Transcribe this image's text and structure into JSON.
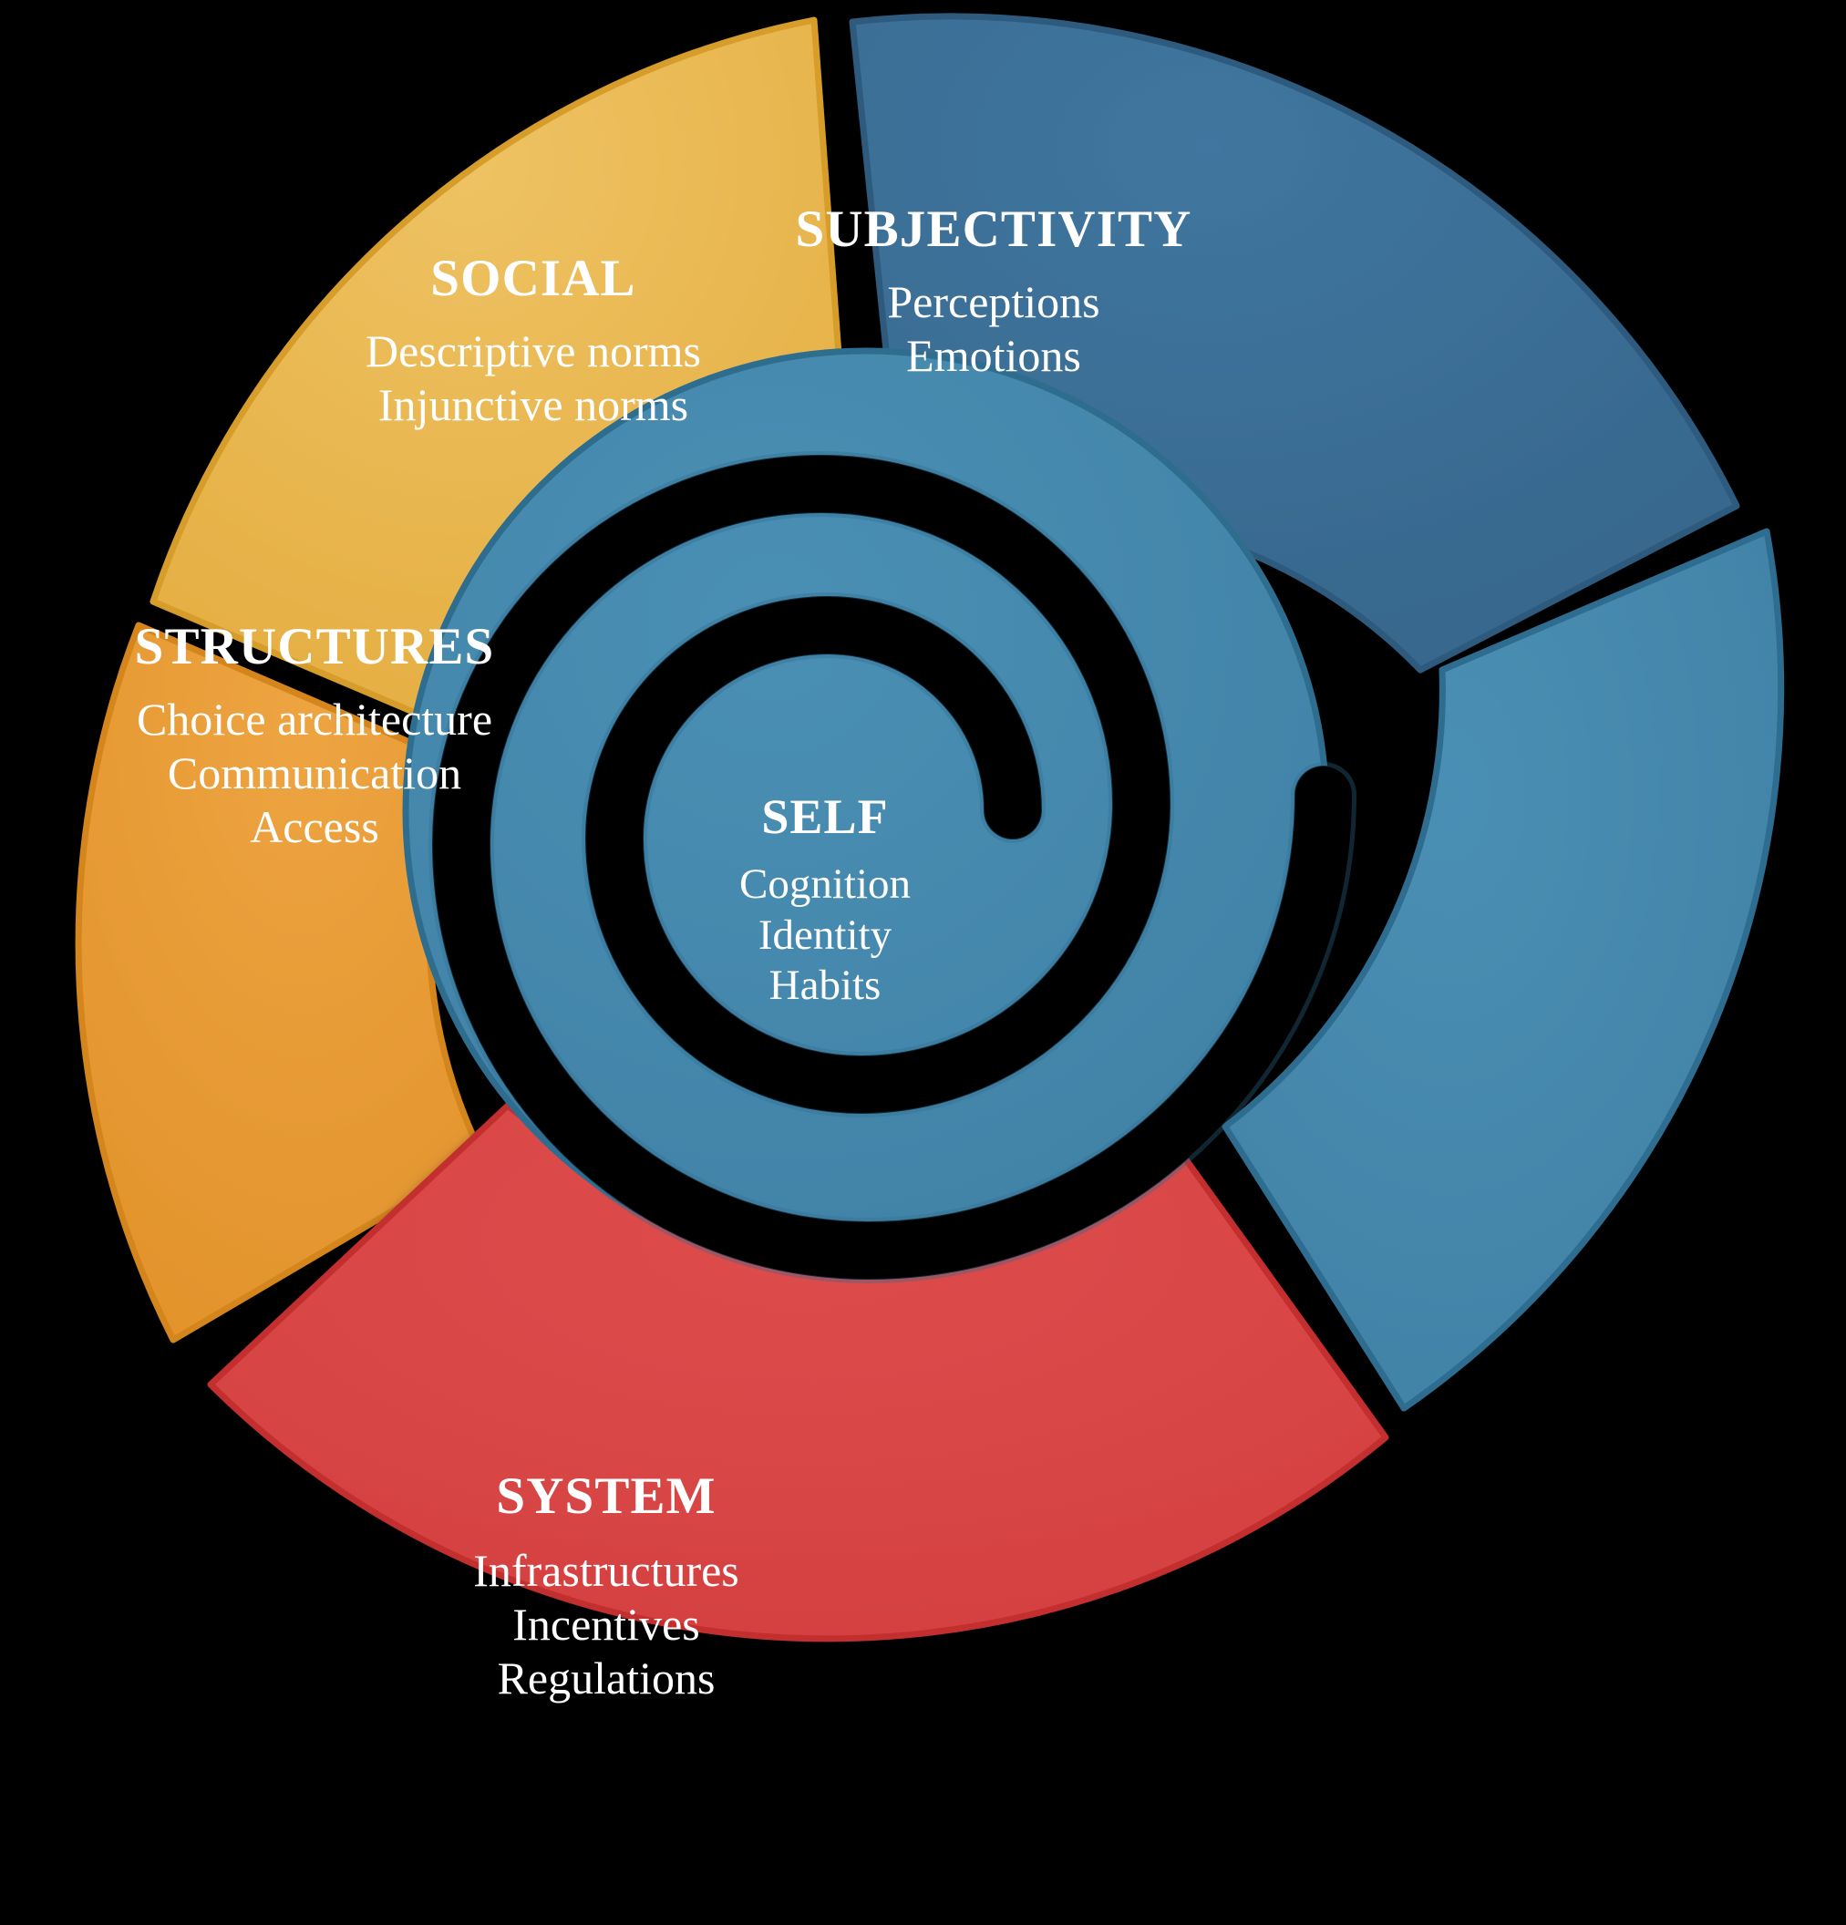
{
  "figure": {
    "background_color": "#000000",
    "type": "concentric-spiral-segment-diagram",
    "title": ""
  },
  "palette": {
    "subjectivity": "#3a6d96",
    "subjectivity_stroke": "#2f5a7d",
    "self_spiral": "#4487ac",
    "self_spiral_stroke": "#2f6d8f",
    "social": "#e8b44a",
    "social_stroke": "#d79d2c",
    "structures": "#e89b35",
    "structures_stroke": "#d4861f",
    "system": "#d94444",
    "system_stroke": "#c32f2f",
    "text": "#ffffff"
  },
  "segments": [
    {
      "id": "subjectivity",
      "name": "SUBJECTIVITY",
      "color": "#3a6d96",
      "items": [
        "Perceptions",
        "Emotions"
      ]
    },
    {
      "id": "social",
      "name": "SOCIAL",
      "color": "#e8b44a",
      "items": [
        "Descriptive norms",
        "Injunctive norms"
      ]
    },
    {
      "id": "structures",
      "name": "STRUCTURES",
      "color": "#e89b35",
      "items": [
        "Choice architecture",
        "Communication",
        "Access"
      ]
    },
    {
      "id": "system",
      "name": "SYSTEM",
      "color": "#d94444",
      "items": [
        "Infrastructures",
        "Incentives",
        "Regulations"
      ]
    },
    {
      "id": "self",
      "name": "SELF",
      "color": "#4487ac",
      "items": [
        "Cognition",
        "Identity",
        "Habits"
      ]
    }
  ],
  "chart_data": {
    "type": "pie",
    "title": "",
    "categories": [
      "SUBJECTIVITY",
      "SOCIAL",
      "STRUCTURES",
      "SYSTEM",
      "SELF"
    ],
    "legend": "none",
    "annotations": [
      "SUBJECTIVITY: Perceptions, Emotions",
      "SOCIAL: Descriptive norms, Injunctive norms",
      "STRUCTURES: Choice architecture, Communication, Access",
      "SYSTEM: Infrastructures, Incentives, Regulations",
      "SELF: Cognition, Identity, Habits"
    ]
  }
}
